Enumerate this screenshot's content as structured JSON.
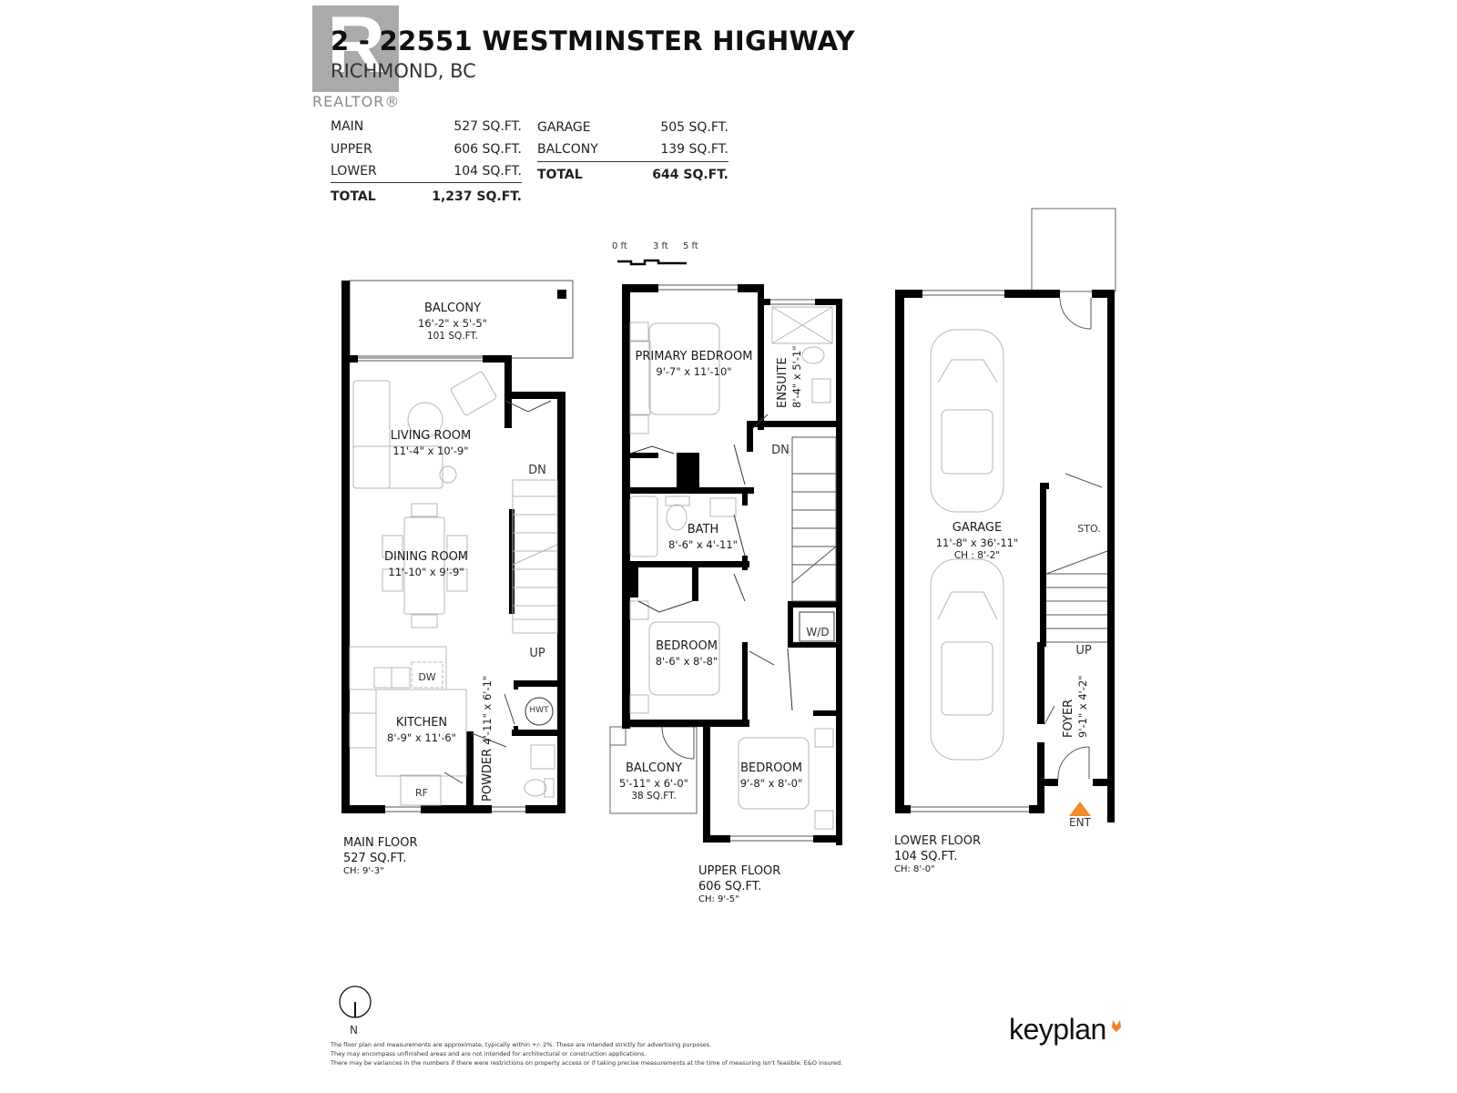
{
  "header": {
    "title": "2 - 22551 WESTMINSTER HIGHWAY",
    "subtitle": "RICHMOND, BC",
    "watermark": {
      "letter": "R",
      "word": "REALTOR®"
    }
  },
  "area_summary": {
    "living": [
      {
        "label": "MAIN",
        "value": "527 SQ.FT."
      },
      {
        "label": "UPPER",
        "value": "606 SQ.FT."
      },
      {
        "label": "LOWER",
        "value": "104 SQ.FT."
      }
    ],
    "living_total": {
      "label": "TOTAL",
      "value": "1,237 SQ.FT."
    },
    "other": [
      {
        "label": "GARAGE",
        "value": "505 SQ.FT."
      },
      {
        "label": "BALCONY",
        "value": "139 SQ.FT."
      }
    ],
    "other_total": {
      "label": "TOTAL",
      "value": "644 SQ.FT."
    }
  },
  "scale_bar": {
    "labels": [
      "0 ft",
      "3 ft",
      "5 ft"
    ]
  },
  "floors": {
    "main": {
      "caption": "MAIN FLOOR",
      "area": "527 SQ.FT.",
      "ceiling": "CH: 9'-3\"",
      "rooms": {
        "balcony": {
          "name": "BALCONY",
          "dims": "16'-2\"  x   5'-5\"",
          "area": "101 SQ.FT."
        },
        "living": {
          "name": "LIVING ROOM",
          "dims": "11'-4\"   x   10'-9\""
        },
        "dining": {
          "name": "DINING ROOM",
          "dims": "11'-10\"  x    9'-9\""
        },
        "kitchen": {
          "name": "KITCHEN",
          "dims": "8'-9\"   x   11'-6\""
        },
        "powder": {
          "name": "POWDER",
          "dims": "4'-11\" x 6'-1\""
        }
      },
      "fixtures": {
        "stairs_down": "DN",
        "stairs_up": "UP",
        "dishwasher": "DW",
        "fridge": "RF",
        "water_heater": "HWT"
      }
    },
    "upper": {
      "caption": "UPPER FLOOR",
      "area": "606 SQ.FT.",
      "ceiling": "CH: 9'-5\"",
      "rooms": {
        "primary": {
          "name": "PRIMARY BEDROOM",
          "dims": "9'-7\"   x   11'-10\""
        },
        "ensuite": {
          "name": "ENSUITE",
          "dims": "8'-4\" x  5'-1\""
        },
        "bath": {
          "name": "BATH",
          "dims": "8'-6\" x  4'-11\""
        },
        "bedroom2": {
          "name": "BEDROOM",
          "dims": "8'-6\"   x   8'-8\""
        },
        "bedroom3": {
          "name": "BEDROOM",
          "dims": "9'-8\"   x   8'-0\""
        },
        "balcony": {
          "name": "BALCONY",
          "dims": "5'-11\" x  6'-0\"",
          "area": "38 SQ.FT."
        }
      },
      "fixtures": {
        "stairs_down": "DN",
        "laundry": "W/D"
      }
    },
    "lower": {
      "caption": "LOWER FLOOR",
      "area": "104 SQ.FT.",
      "ceiling": "CH: 8'-0\"",
      "rooms": {
        "garage": {
          "name": "GARAGE",
          "dims": "11'-8\"   x   36'-11\"",
          "ceiling": "CH : 8'-2\""
        },
        "storage": {
          "name": "STO."
        },
        "foyer": {
          "name": "FOYER",
          "dims": "9'-1\"   x   4'-2\""
        }
      },
      "fixtures": {
        "stairs_up": "UP",
        "entrance": "ENT"
      }
    }
  },
  "north_arrow": {
    "label": "N"
  },
  "disclaimer": [
    "The floor plan and measurements are approximate, typically within +/- 2%. These are intended strictly for advertising purposes.",
    "They may encompass unfinished areas and are not intended for architectural or construction applications.",
    "There may be variances in the numbers if there were restrictions on property access or if taking precise measurements at the time of measuring isn't feasible. E&O insured."
  ],
  "brand": {
    "name": "keyplan",
    "accent_color": "#f07f2a"
  },
  "colors": {
    "wall": "#000000",
    "furniture": "#b5b5b5",
    "entrance_marker": "#f08a2c",
    "watermark": "#9b9b9b"
  }
}
